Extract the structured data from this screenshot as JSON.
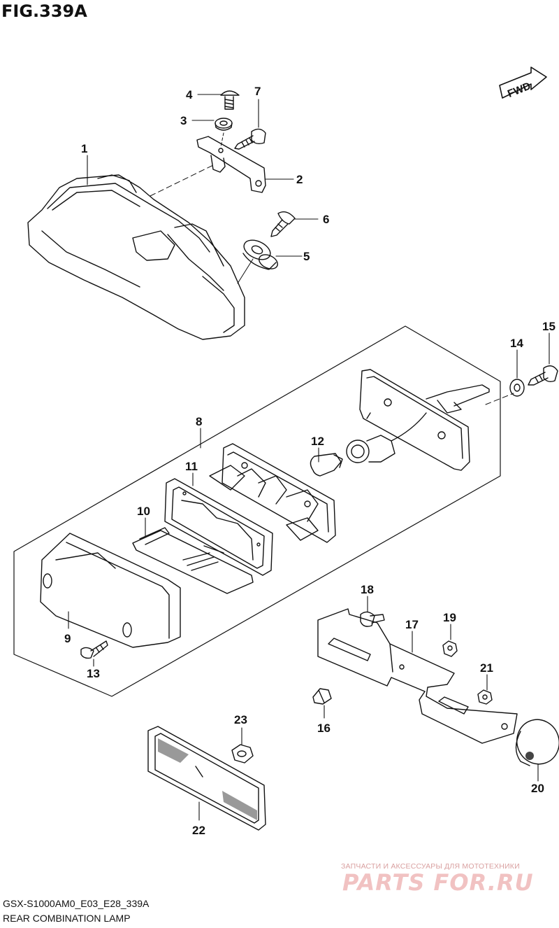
{
  "figure": {
    "title": "FIG.339A",
    "code": "GSX-S1000AM0_E03_E28_339A",
    "name": "REAR COMBINATION LAMP",
    "direction_label": "FWD"
  },
  "callouts": [
    "1",
    "2",
    "3",
    "4",
    "5",
    "6",
    "7",
    "8",
    "9",
    "10",
    "11",
    "12",
    "13",
    "14",
    "15",
    "16",
    "17",
    "18",
    "19",
    "20",
    "21",
    "22",
    "23"
  ],
  "watermark": {
    "tagline": "ЗАПЧАСТИ И АКСЕССУАРЫ ДЛЯ МОТОТЕХНИКИ",
    "site": "PARTS FOR.RU",
    "color": "#f1c2c2"
  },
  "colors": {
    "line": "#111111",
    "background": "#ffffff"
  }
}
